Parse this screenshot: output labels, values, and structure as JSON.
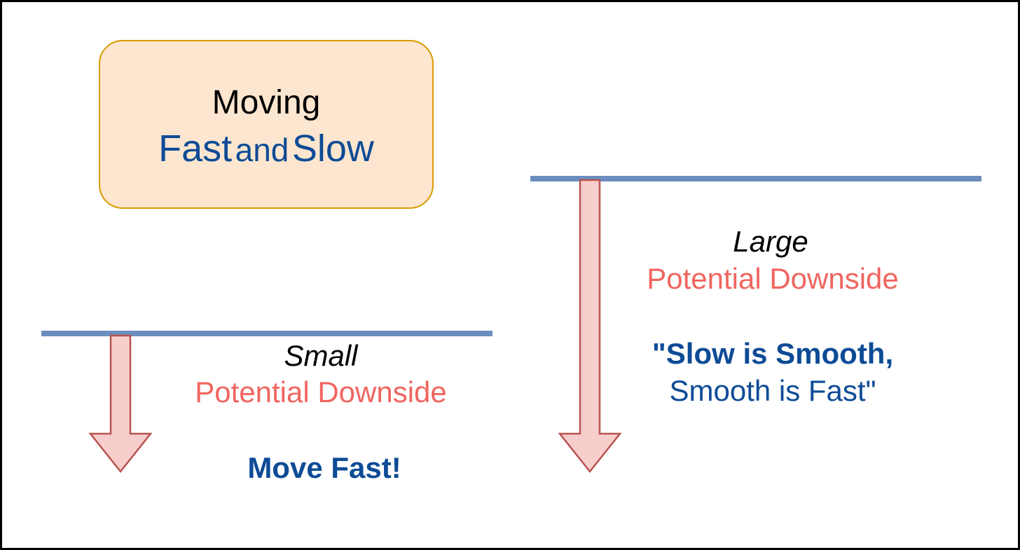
{
  "title": {
    "line1": "Moving",
    "fast": "Fast",
    "and": "and",
    "slow": "Slow"
  },
  "left": {
    "size_label": "Small",
    "downside_label": "Potential Downside",
    "advice": "Move Fast!"
  },
  "right": {
    "size_label": "Large",
    "downside_label": "Potential Downside",
    "quote_line1": "\"Slow is Smooth,",
    "quote_line2": "Smooth is Fast\""
  },
  "colors": {
    "box_fill": "#fde6cf",
    "box_border": "#d79b00",
    "level_line": "#6c8ebf",
    "arrow_fill": "#f8cecc",
    "arrow_stroke": "#b85450",
    "downside_text": "#f0655f",
    "blue_text": "#0d4b96"
  }
}
